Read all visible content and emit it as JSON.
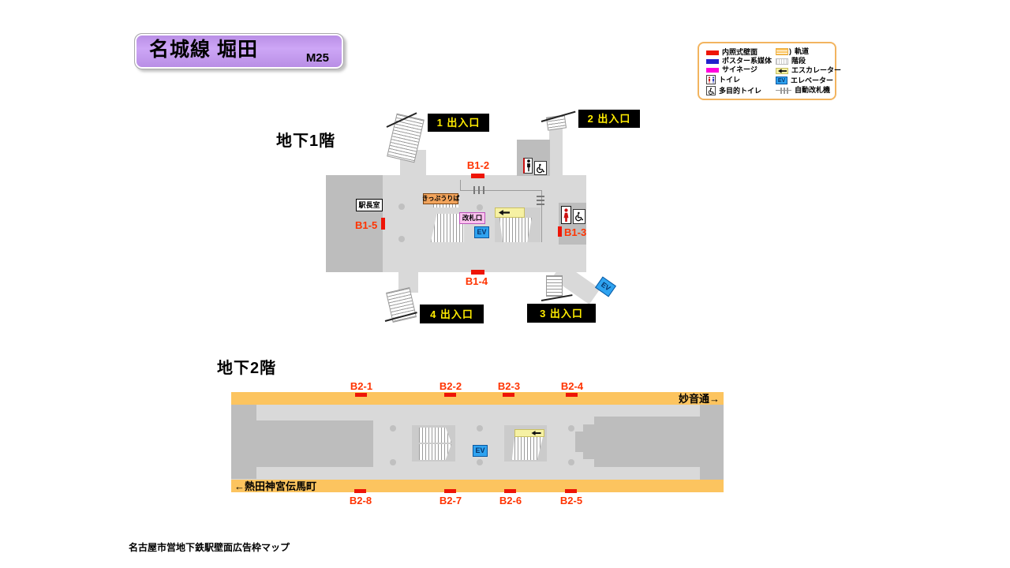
{
  "header": {
    "title": "名城線 堀田",
    "code": "M25"
  },
  "legend": {
    "wall_items": [
      {
        "label": "内照式壁面",
        "color": "#ee1507"
      },
      {
        "label": "ポスター系媒体",
        "color": "#2222cc"
      },
      {
        "label": "サイネージ",
        "color": "#ff00dd"
      },
      {
        "label": "トイレ"
      },
      {
        "label": "多目的トイレ"
      }
    ],
    "facility_items": [
      {
        "label": "軌道"
      },
      {
        "label": "階段"
      },
      {
        "label": "エスカレーター"
      },
      {
        "label": "エレベーター"
      },
      {
        "label": "自動改札機"
      }
    ],
    "track_paren": ")",
    "ev_text": "EV"
  },
  "b1": {
    "title": "地下1階",
    "exits": [
      "1 出入口",
      "2 出入口",
      "3 出入口",
      "4 出入口"
    ],
    "ad_spots": {
      "b1_2": "B1-2",
      "b1_3": "B1-3",
      "b1_4": "B1-4",
      "b1_5": "B1-5"
    },
    "station_office": "駅長室",
    "ticket_office": "きっぷうりば",
    "ticket_gate": "改札口",
    "elevator": "EV",
    "exit3_elevator": "EV"
  },
  "b2": {
    "title": "地下2階",
    "direction_right": "妙音通→",
    "direction_left": "←熱田神宮伝馬町",
    "elevator": "EV",
    "ad_spots_top": [
      "B2-1",
      "B2-2",
      "B2-3",
      "B2-4"
    ],
    "ad_spots_bottom": [
      "B2-8",
      "B2-7",
      "B2-6",
      "B2-5"
    ]
  },
  "footer": {
    "caption": "名古屋市営地下鉄駅壁面広告枠マップ"
  },
  "colors": {
    "ad_red": "#ee1507",
    "label_red": "#ff3300",
    "poster_blue": "#2222cc",
    "signage_magenta": "#ff00dd",
    "track_orange": "#fcc45f",
    "header_purple": "#bb8ee6",
    "exit_label_yellow": "#ffec00",
    "elevator_blue": "#2fa3f0"
  }
}
